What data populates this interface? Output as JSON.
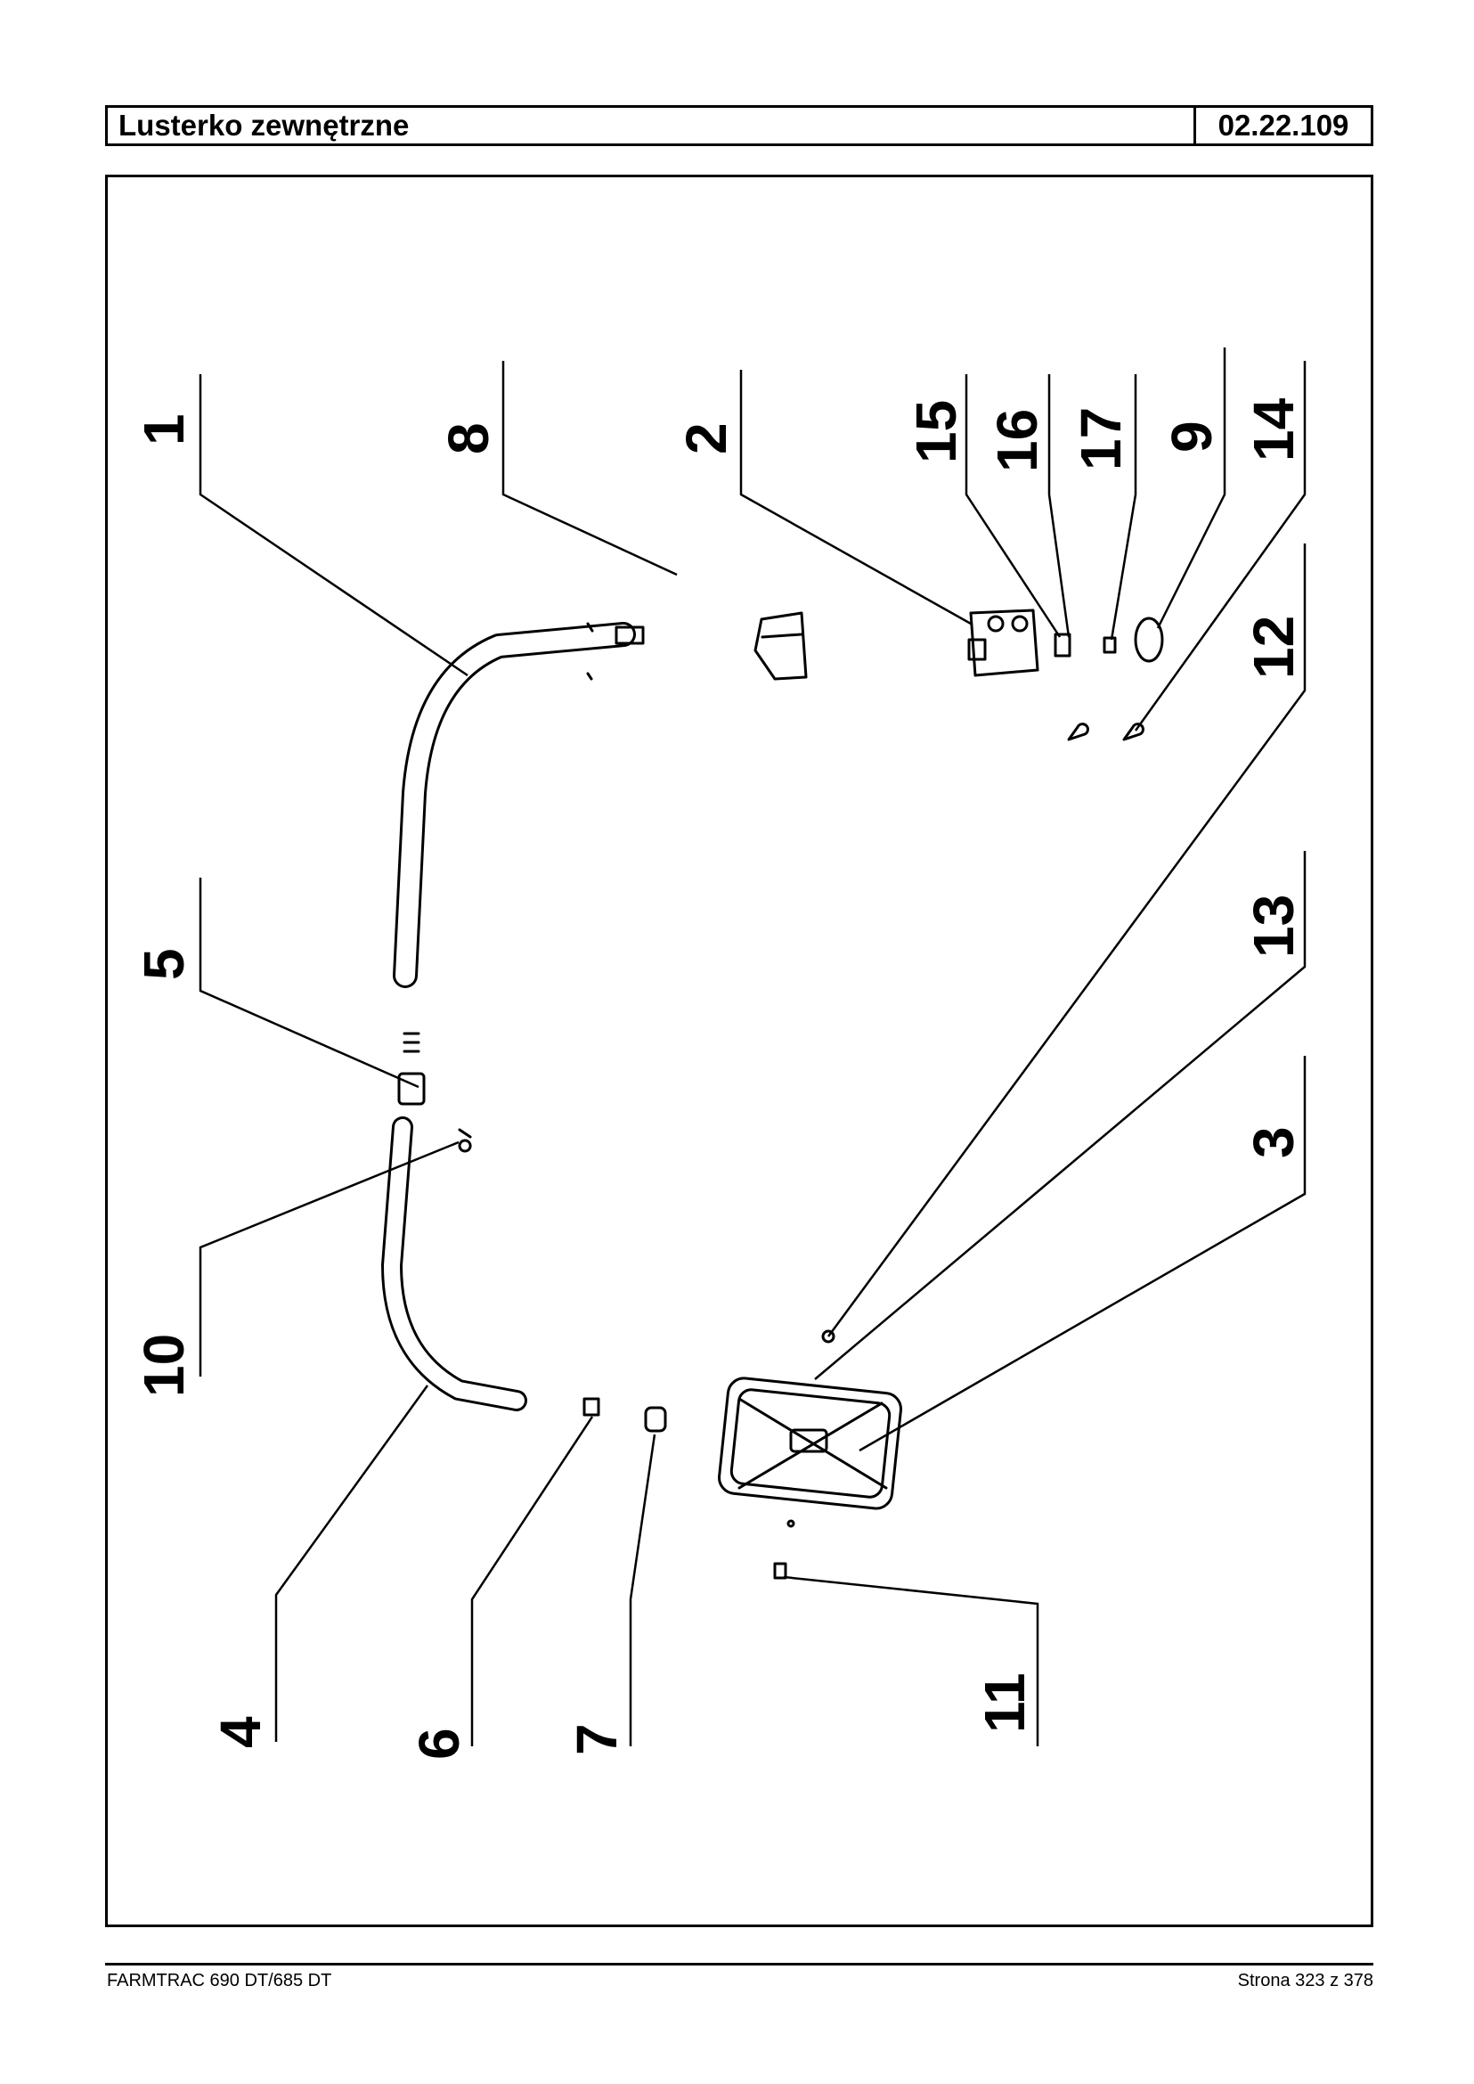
{
  "header": {
    "title": "Lusterko zewnętrzne",
    "code": "02.22.109"
  },
  "diagram": {
    "callouts": [
      {
        "id": "c1",
        "label": "1"
      },
      {
        "id": "c8",
        "label": "8"
      },
      {
        "id": "c2",
        "label": "2"
      },
      {
        "id": "c15",
        "label": "15"
      },
      {
        "id": "c16",
        "label": "16"
      },
      {
        "id": "c17",
        "label": "17"
      },
      {
        "id": "c9",
        "label": "9"
      },
      {
        "id": "c14",
        "label": "14"
      },
      {
        "id": "c12",
        "label": "12"
      },
      {
        "id": "c13",
        "label": "13"
      },
      {
        "id": "c3",
        "label": "3"
      },
      {
        "id": "c5",
        "label": "5"
      },
      {
        "id": "c10",
        "label": "10"
      },
      {
        "id": "c4",
        "label": "4"
      },
      {
        "id": "c6",
        "label": "6"
      },
      {
        "id": "c7",
        "label": "7"
      },
      {
        "id": "c11",
        "label": "11"
      }
    ]
  },
  "footer": {
    "left": "FARMTRAC 690 DT/685 DT",
    "right": "Strona 323 z 378"
  }
}
